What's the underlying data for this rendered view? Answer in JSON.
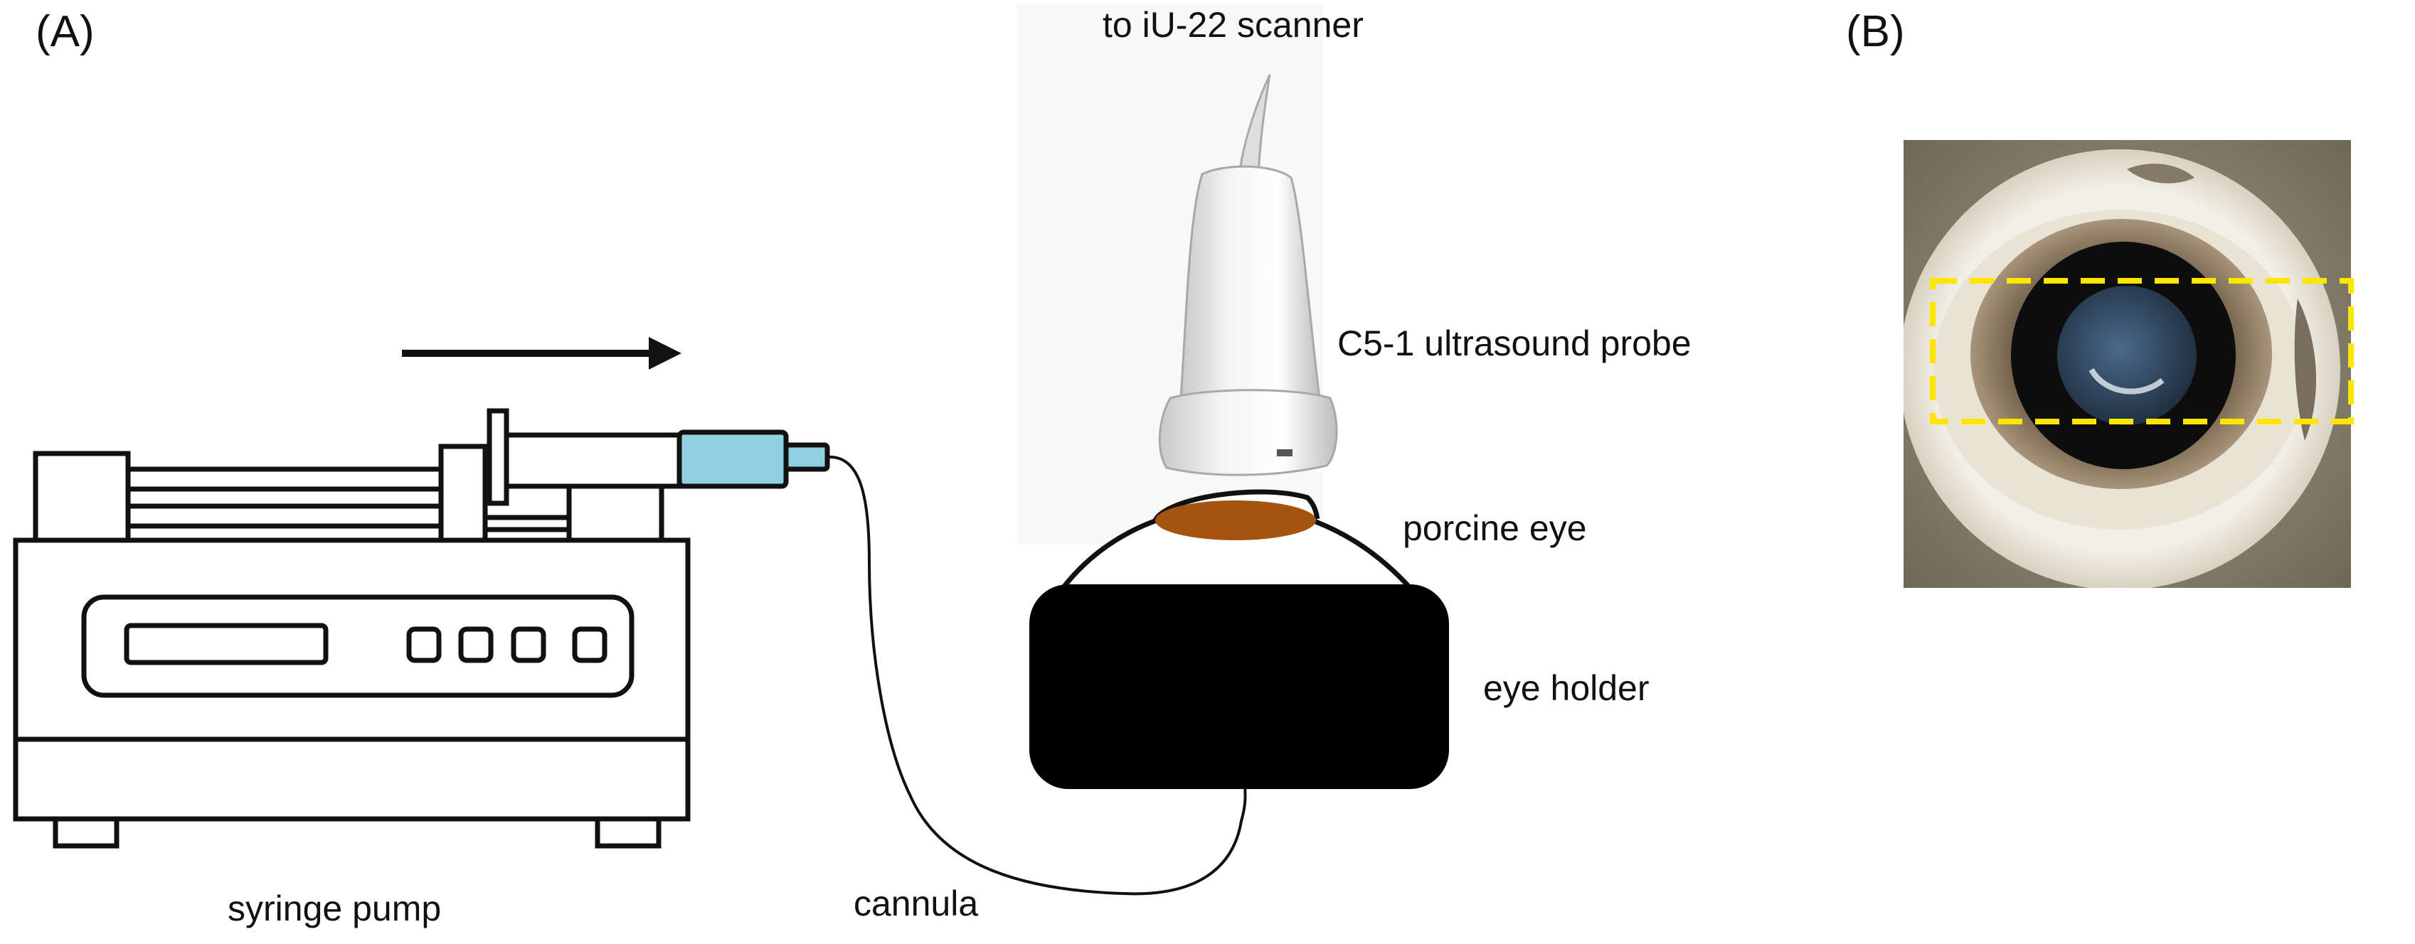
{
  "panel_a": {
    "label": "(A)",
    "labels": {
      "scanner": "to iU-22 scanner",
      "probe": "C5-1 ultrasound probe",
      "eye": "porcine eye",
      "holder": "eye holder",
      "pump": "syringe pump",
      "cannula": "cannula"
    }
  },
  "panel_b": {
    "label": "(B)"
  },
  "colors": {
    "syringe_barrel": "#8fd0e2",
    "cornea": "#a3540e",
    "eye_holder": "#000000",
    "roi_box": "#ffe600"
  }
}
